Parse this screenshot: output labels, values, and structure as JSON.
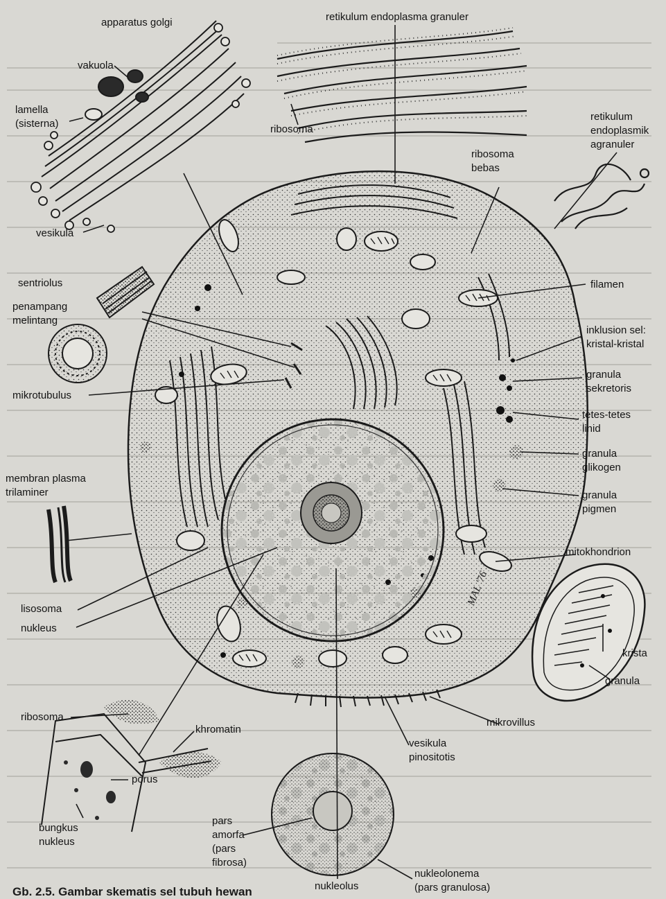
{
  "labels": {
    "apparatus_golgi": "apparatus golgi",
    "retikulum_granuler": "retikulum endoplasma granuler",
    "vakuola": "vakuola",
    "lamella": "lamella",
    "sisterna": "(sisterna)",
    "ribosoma_top": "ribosoma",
    "retikulum_agranuler_1": "retikulum",
    "retikulum_agranuler_2": "endoplasmik",
    "retikulum_agranuler_3": "agranuler",
    "ribosoma_bebas_1": "ribosoma",
    "ribosoma_bebas_2": "bebas",
    "vesikula": "vesikula",
    "sentriolus": "sentriolus",
    "penampang_1": "penampang",
    "penampang_2": "melintang",
    "filamen": "filamen",
    "inklusion_1": "inklusion sel:",
    "inklusion_2": "kristal-kristal",
    "granula_sekretoris_1": "granula",
    "granula_sekretoris_2": "sekretoris",
    "mikrotubulus": "mikrotubulus",
    "tetes_1": "tetes-tetes",
    "tetes_2": "linid",
    "granula_glikogen_1": "granula",
    "granula_glikogen_2": "glikogen",
    "membran_1": "membran plasma",
    "membran_2": "trilaminer",
    "granula_pigmen_1": "granula",
    "granula_pigmen_2": "pigmen",
    "mitokhondrion": "mitokhondrion",
    "lisosoma": "lisosoma",
    "nukleus": "nukleus",
    "krista": "krista",
    "granula_mito": "granula",
    "ribosoma_bottom": "ribosoma",
    "khromatin": "khromatin",
    "mikrovillus": "mikrovillus",
    "vesikula_pino_1": "vesikula",
    "vesikula_pino_2": "pinositotis",
    "porus": "porus",
    "bungkus_1": "bungkus",
    "bungkus_2": "nukleus",
    "pars_amorfa_1": "pars",
    "pars_amorfa_2": "amorfa",
    "pars_amorfa_3": "(pars",
    "pars_amorfa_4": "fibrosa)",
    "nukleolonema_1": "nukleolonema",
    "nukleolonema_2": "(pars granulosa)",
    "nukleolus": "nukleolus"
  },
  "signature": "MAL '76",
  "caption": "Gb. 2.5. Gambar skematis sel tubuh hewan",
  "colors": {
    "ink": "#1b1b1b",
    "paper": "#d9d8d3",
    "nucleus_fill": "#cfcfca"
  }
}
